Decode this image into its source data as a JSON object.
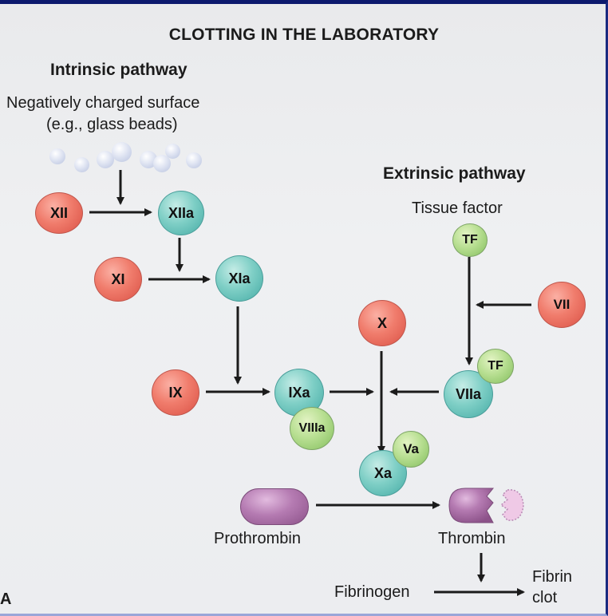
{
  "title": "CLOTTING IN THE LABORATORY",
  "intrinsic": {
    "heading": "Intrinsic pathway",
    "surface_line1": "Negatively charged surface",
    "surface_line2": "(e.g., glass beads)"
  },
  "extrinsic": {
    "heading": "Extrinsic pathway",
    "tissue_factor": "Tissue factor"
  },
  "factors": {
    "xii": "XII",
    "xiia": "XIIa",
    "xi": "XI",
    "xia": "XIa",
    "ix": "IX",
    "ixa": "IXa",
    "viiia": "VIIIa",
    "x": "X",
    "xa": "Xa",
    "va": "Va",
    "tf_top": "TF",
    "vii": "VII",
    "viia": "VIIa",
    "tf_bound": "TF"
  },
  "products": {
    "prothrombin": "Prothrombin",
    "thrombin": "Thrombin",
    "fibrinogen": "Fibrinogen",
    "fibrin_line1": "Fibrin",
    "fibrin_line2": "clot"
  },
  "panel_letter": "A",
  "colors": {
    "inactive_factor": "#f07c6c",
    "active_factor": "#7fcfc6",
    "cofactor": "#b8df92",
    "thrombin": "#b57bb2",
    "border": "#0d1a6e"
  }
}
